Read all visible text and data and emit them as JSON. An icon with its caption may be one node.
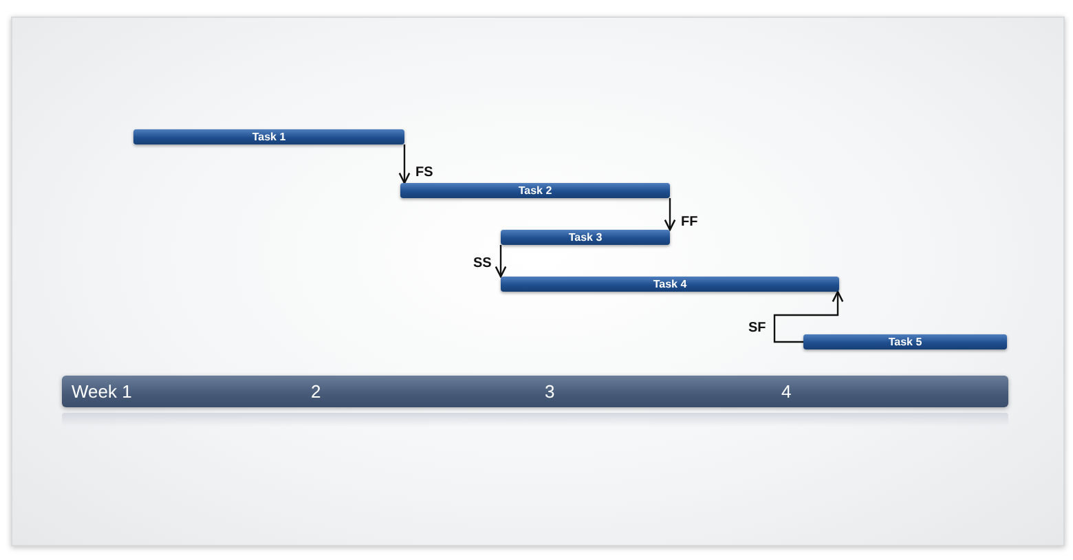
{
  "diagram": {
    "nodes": [
      {
        "text": [
          "Task 1"
        ]
      },
      {
        "text": [
          "Task 2"
        ]
      },
      {
        "text": [
          "Task 3"
        ]
      },
      {
        "text": [
          "Task 4"
        ]
      },
      {
        "text": [
          "Task 5"
        ]
      },
      {
        "text": [
          "Week 1",
          "2",
          "3",
          "4"
        ]
      }
    ],
    "edges": [
      {
        "from": 0,
        "to": 1,
        "arrow": "to",
        "label": "FS"
      },
      {
        "from": 1,
        "to": 2,
        "arrow": "to",
        "label": "FF"
      },
      {
        "from": 2,
        "to": 3,
        "arrow": "to",
        "label": "SS"
      },
      {
        "from": 4,
        "to": 3,
        "arrow": "to",
        "label": "SF"
      }
    ]
  }
}
